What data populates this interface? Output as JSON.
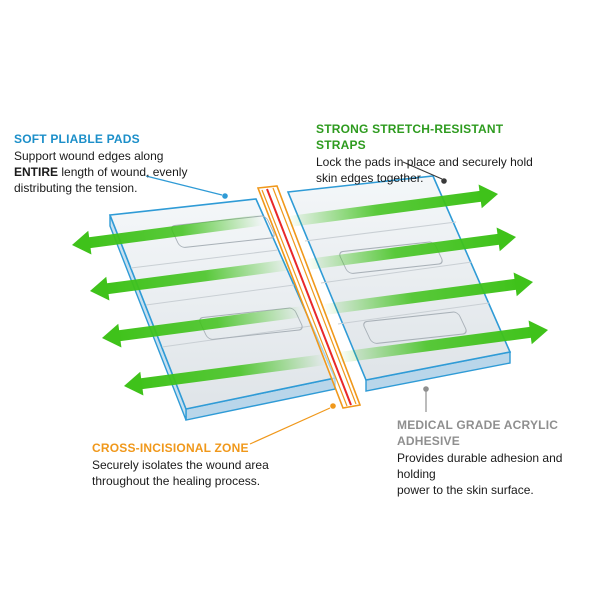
{
  "colors": {
    "pad_outline": "#2f9bd6",
    "strap_green": "#3fc21a",
    "zone_orange": "#f0981b",
    "incision_red": "#e8282a",
    "adhesive_gray": "#8f8f8f"
  },
  "callouts": {
    "pads": {
      "heading": "SOFT PLIABLE PADS",
      "line1": "Support wound edges along",
      "line2_bold": "ENTIRE",
      "line2_rest": " length of wound, evenly",
      "line3": "distributing the tension."
    },
    "straps": {
      "heading": "STRONG STRETCH-RESISTANT STRAPS",
      "line1": "Lock the pads in place and securely hold",
      "line2": "skin edges together."
    },
    "zone": {
      "heading": "CROSS-INCISIONAL ZONE",
      "line1": "Securely isolates the wound area",
      "line2": "throughout the healing process."
    },
    "adhesive": {
      "heading": "MEDICAL GRADE ACRYLIC ADHESIVE",
      "line1": "Provides durable adhesion and holding",
      "line2": "power to the skin surface."
    }
  }
}
